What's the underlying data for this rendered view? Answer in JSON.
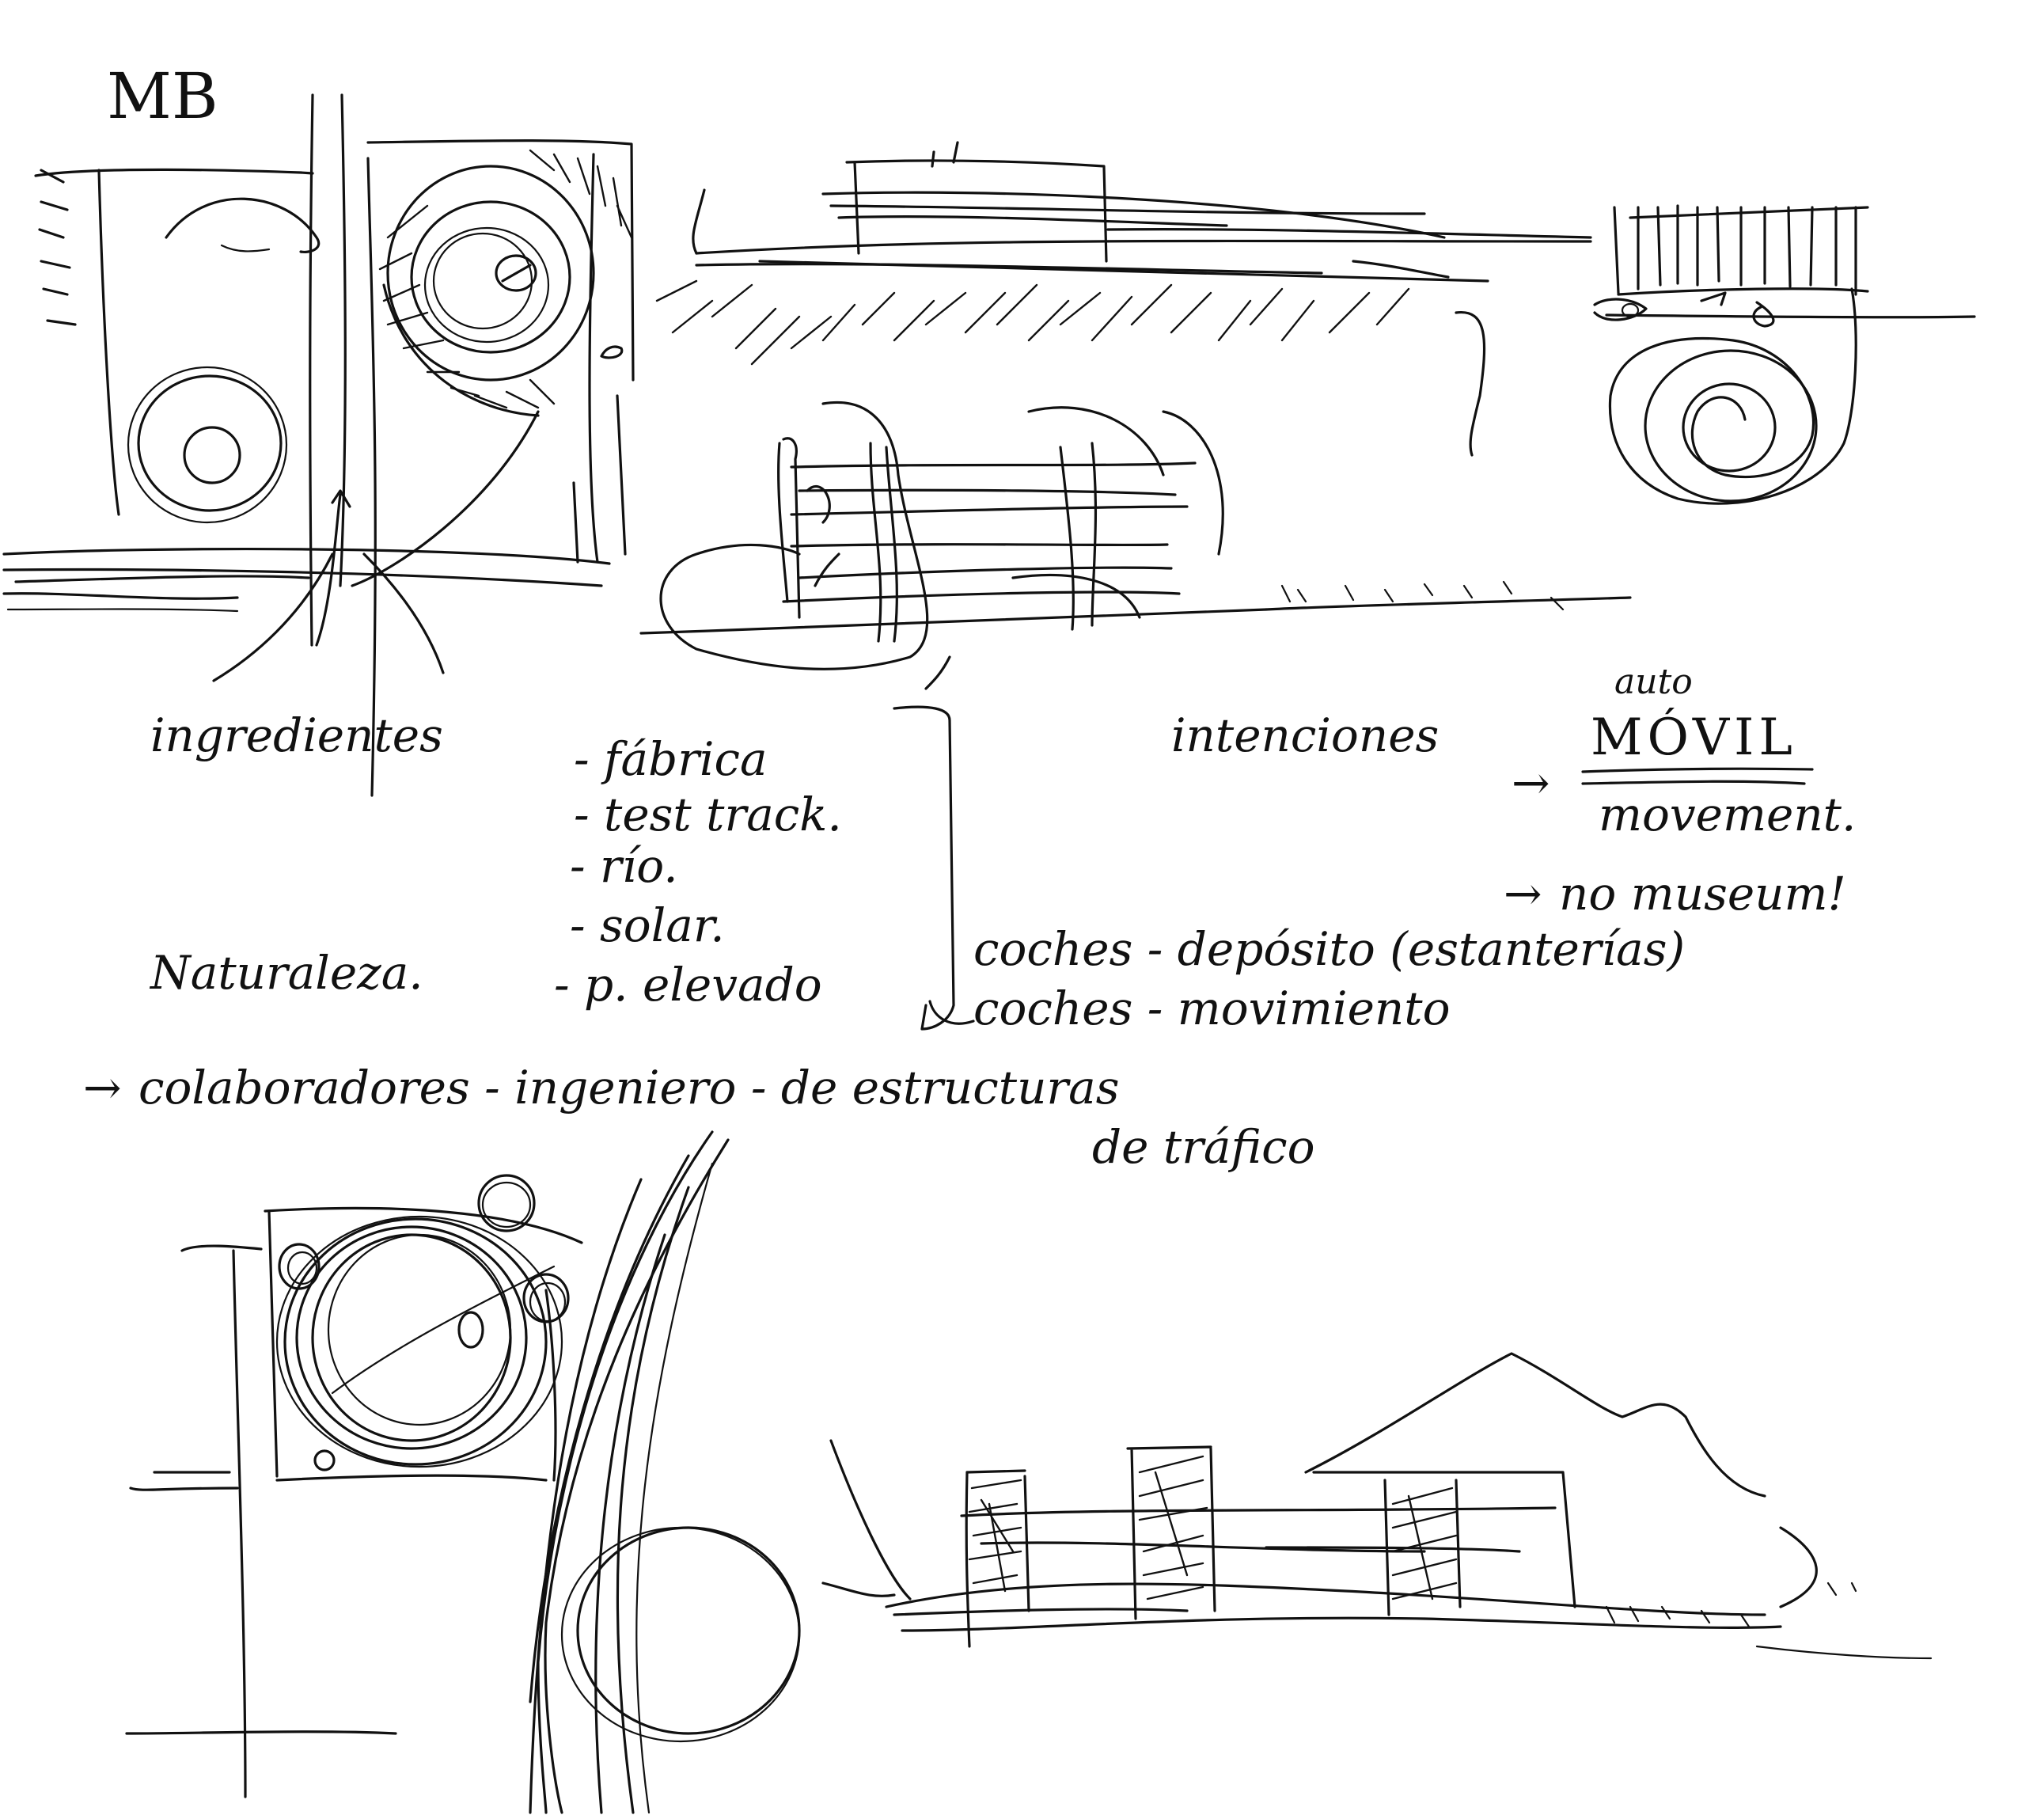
{
  "sheet": {
    "initials": "MB",
    "ingredients": {
      "heading": "ingredientes",
      "items": [
        "- fábrica",
        "- test track.",
        "- río.",
        "- solar.",
        "- p. elevado"
      ],
      "naturaleza": "Naturaleza."
    },
    "intentions": {
      "heading": "intenciones",
      "auto": "auto",
      "movil": "MÓVIL",
      "arrow_1": "→",
      "movement": "movement.",
      "arrow_2": "→",
      "no_museum": "no museum!"
    },
    "cars": {
      "line_1": "coches - depósito (estanterías)",
      "line_2": "coches - movimiento"
    },
    "collaborators": {
      "arrow": "→",
      "line_1": "colaboradores - ingeniero - de estructuras",
      "line_2": "de tráfico"
    }
  },
  "colors": {
    "ink": "#111111",
    "paper": "#ffffff"
  }
}
